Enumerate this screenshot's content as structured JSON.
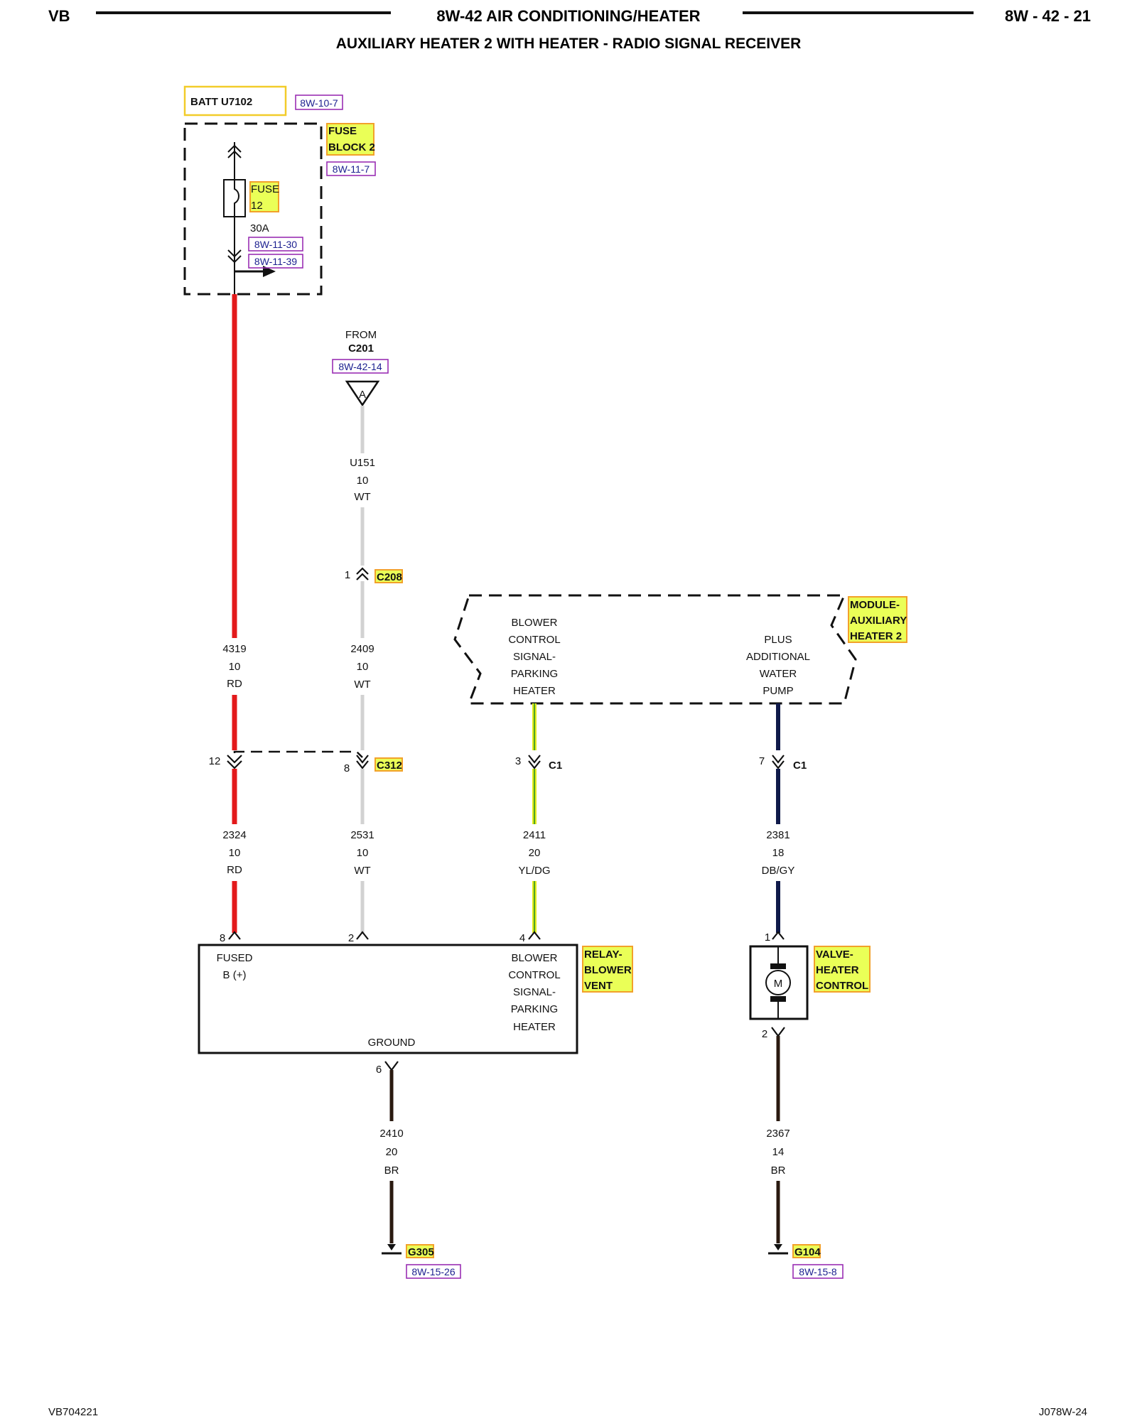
{
  "header": {
    "left": "VB",
    "center": "8W-42 AIR CONDITIONING/HEATER",
    "right": "8W - 42 - 21",
    "subtitle": "AUXILIARY HEATER 2 WITH HEATER - RADIO SIGNAL RECEIVER"
  },
  "footer": {
    "left": "VB704221",
    "right": "J078W-24"
  },
  "batt": {
    "label": "BATT U7102",
    "ref": "8W-10-7"
  },
  "fuse_block": {
    "label_line1": "FUSE",
    "label_line2": "BLOCK 2",
    "ref": "8W-11-7",
    "fuse_line1": "FUSE",
    "fuse_line2": "12",
    "rating": "30A",
    "ref2": "8W-11-30",
    "ref3": "8W-11-39"
  },
  "from": {
    "label": "FROM",
    "connector": "C201",
    "ref": "8W-42-14",
    "marker": "A"
  },
  "wires": {
    "u151": {
      "circuit": "U151",
      "gauge": "10",
      "color": "WT"
    },
    "w4319": {
      "circuit": "4319",
      "gauge": "10",
      "color": "RD"
    },
    "w2409": {
      "circuit": "2409",
      "gauge": "10",
      "color": "WT"
    },
    "w2324": {
      "circuit": "2324",
      "gauge": "10",
      "color": "RD"
    },
    "w2531": {
      "circuit": "2531",
      "gauge": "10",
      "color": "WT"
    },
    "w2411": {
      "circuit": "2411",
      "gauge": "20",
      "color": "YL/DG"
    },
    "w2381": {
      "circuit": "2381",
      "gauge": "18",
      "color": "DB/GY"
    },
    "w2410": {
      "circuit": "2410",
      "gauge": "20",
      "color": "BR"
    },
    "w2367": {
      "circuit": "2367",
      "gauge": "14",
      "color": "BR"
    }
  },
  "connectors": {
    "c208": {
      "name": "C208",
      "pin": "1"
    },
    "c312": {
      "name": "C312",
      "pin_left": "12",
      "pin_right": "8"
    },
    "c1a": {
      "name": "C1",
      "pin": "3"
    },
    "c1b": {
      "name": "C1",
      "pin": "7"
    }
  },
  "module": {
    "name_line1": "MODULE-",
    "name_line2": "AUXILIARY",
    "name_line3": "HEATER 2",
    "left_lines": [
      "BLOWER",
      "CONTROL",
      "SIGNAL-",
      "PARKING",
      "HEATER"
    ],
    "right_lines": [
      "PLUS",
      "ADDITIONAL",
      "WATER",
      "PUMP"
    ]
  },
  "relay": {
    "name_line1": "RELAY-",
    "name_line2": "BLOWER",
    "name_line3": "VENT",
    "pin_fused": "8",
    "pin_mid": "2",
    "pin_signal": "4",
    "pin_ground": "6",
    "fused_line1": "FUSED",
    "fused_line2": "B (+)",
    "signal_lines": [
      "BLOWER",
      "CONTROL",
      "SIGNAL-",
      "PARKING",
      "HEATER"
    ],
    "ground": "GROUND"
  },
  "valve": {
    "name_line1": "VALVE-",
    "name_line2": "HEATER",
    "name_line3": "CONTROL",
    "pin_top": "1",
    "pin_bottom": "2",
    "motor": "M"
  },
  "grounds": {
    "g305": {
      "name": "G305",
      "ref": "8W-15-26"
    },
    "g104": {
      "name": "G104",
      "ref": "8W-15-8"
    }
  },
  "colors": {
    "red": "#e3191b",
    "white": "#d2d2d2",
    "yellow": "#e3ec1a",
    "green": "#3f9d28",
    "navy": "#101a4a",
    "brown": "#2a1a10",
    "highlight": "#eaff57",
    "ref_border": "#9a2fb4"
  }
}
